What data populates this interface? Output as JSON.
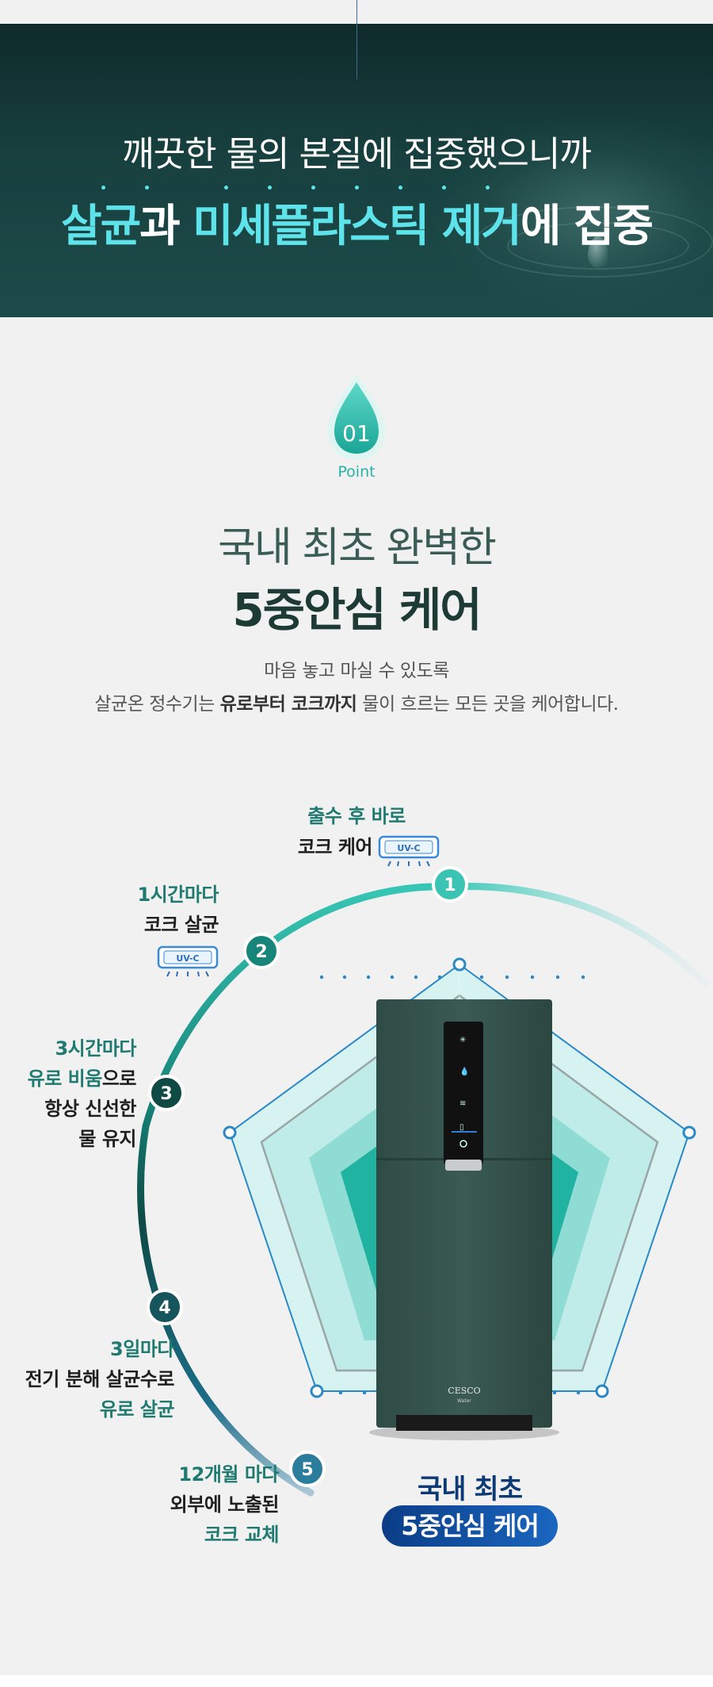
{
  "hero": {
    "line1": "깨끗한 물의 본질에 집중했으니까",
    "line2_part1": "살균",
    "line2_part2": "과 ",
    "line2_part3": "미세플라스틱 제거",
    "line2_part4": "에 집중"
  },
  "point": {
    "number": "01",
    "label": "Point"
  },
  "title": {
    "line1": "국내 최초 완벽한",
    "line2": "5중안심 케어"
  },
  "description": {
    "line1": "마음 놓고 마실 수 있도록",
    "line2_prefix": "살균온 정수기는 ",
    "line2_bold": "유로부터 코크까지",
    "line2_suffix": " 물이 흐르는 모든 곳을 케어합니다."
  },
  "steps": [
    {
      "number": "1",
      "title": "출수 후 바로",
      "text": "코크 케어",
      "badge": "UV-C"
    },
    {
      "number": "2",
      "title": "1시간마다",
      "text": "코크 살균",
      "badge": "UV-C"
    },
    {
      "number": "3",
      "title": "3시간마다",
      "text_teal": "유로 비움",
      "text_dark": "으로",
      "line3": "항상 신선한",
      "line4": "물 유지"
    },
    {
      "number": "4",
      "title": "3일마다",
      "text": "전기 분해 살균수로",
      "line3": "유로 살균"
    },
    {
      "number": "5",
      "title": "12개월 마다",
      "text": "외부에 노출된",
      "line3": "코크 교체"
    }
  ],
  "product": {
    "brand": "CESCO",
    "brand_sub": "Water"
  },
  "final": {
    "line1": "국내 최초",
    "pill": "5중안심 케어"
  },
  "colors": {
    "hero_bg": "#17403f",
    "accent_cyan": "#5fe3ea",
    "teal": "#1f7a70",
    "navy": "#0d3a74"
  }
}
